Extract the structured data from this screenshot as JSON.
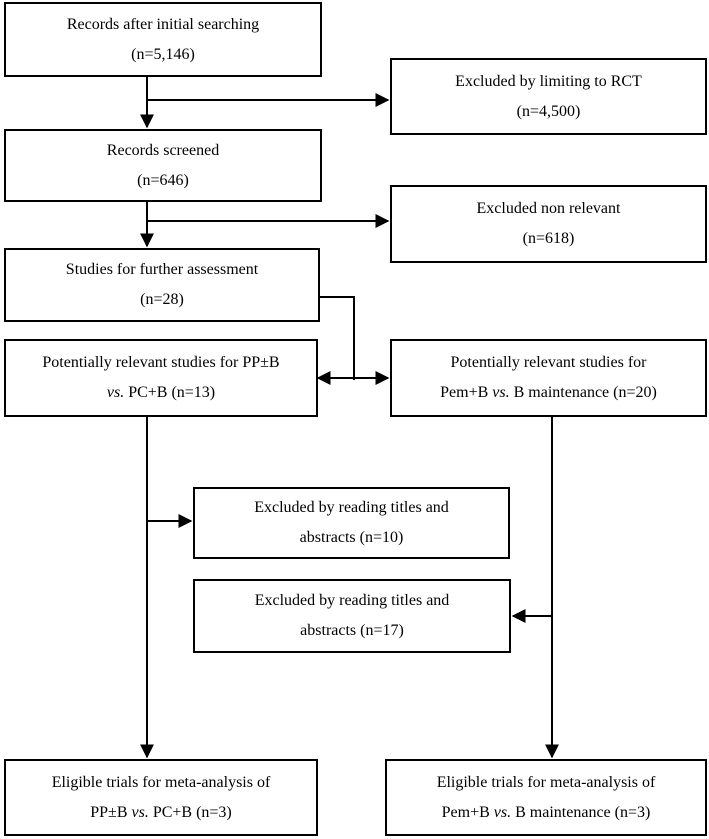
{
  "boxes": {
    "initial": {
      "line1": "Records after initial searching",
      "line2": "(n=5,146)"
    },
    "excluded_rct": {
      "line1": "Excluded by limiting to RCT",
      "line2": "(n=4,500)"
    },
    "screened": {
      "line1": "Records screened",
      "line2": "(n=646)"
    },
    "excluded_nonrelevant": {
      "line1": "Excluded non relevant",
      "line2": "(n=618)"
    },
    "further": {
      "line1": "Studies for further assessment",
      "line2": "(n=28)"
    },
    "pp_relevant": {
      "line1": "Potentially relevant studies for PP±B",
      "line2_em": "vs.",
      "line2_rest": " PC+B (n=13)"
    },
    "pem_relevant": {
      "line1": "Potentially relevant studies for",
      "line2_a": "Pem+B ",
      "line2_em": "vs.",
      "line2_b": " B maintenance (n=20)"
    },
    "excluded_left": {
      "line1": "Excluded by reading titles and",
      "line2": "abstracts (n=10)"
    },
    "excluded_right": {
      "line1": "Excluded by reading titles and",
      "line2": "abstracts (n=17)"
    },
    "eligible_pp": {
      "line1": "Eligible trials for meta-analysis of",
      "line2_a": "PP±B ",
      "line2_em": "vs.",
      "line2_b": " PC+B (n=3)"
    },
    "eligible_pem": {
      "line1": "Eligible trials for meta-analysis of",
      "line2_a": "Pem+B ",
      "line2_em": "vs.",
      "line2_b": " B maintenance (n=3)"
    }
  }
}
